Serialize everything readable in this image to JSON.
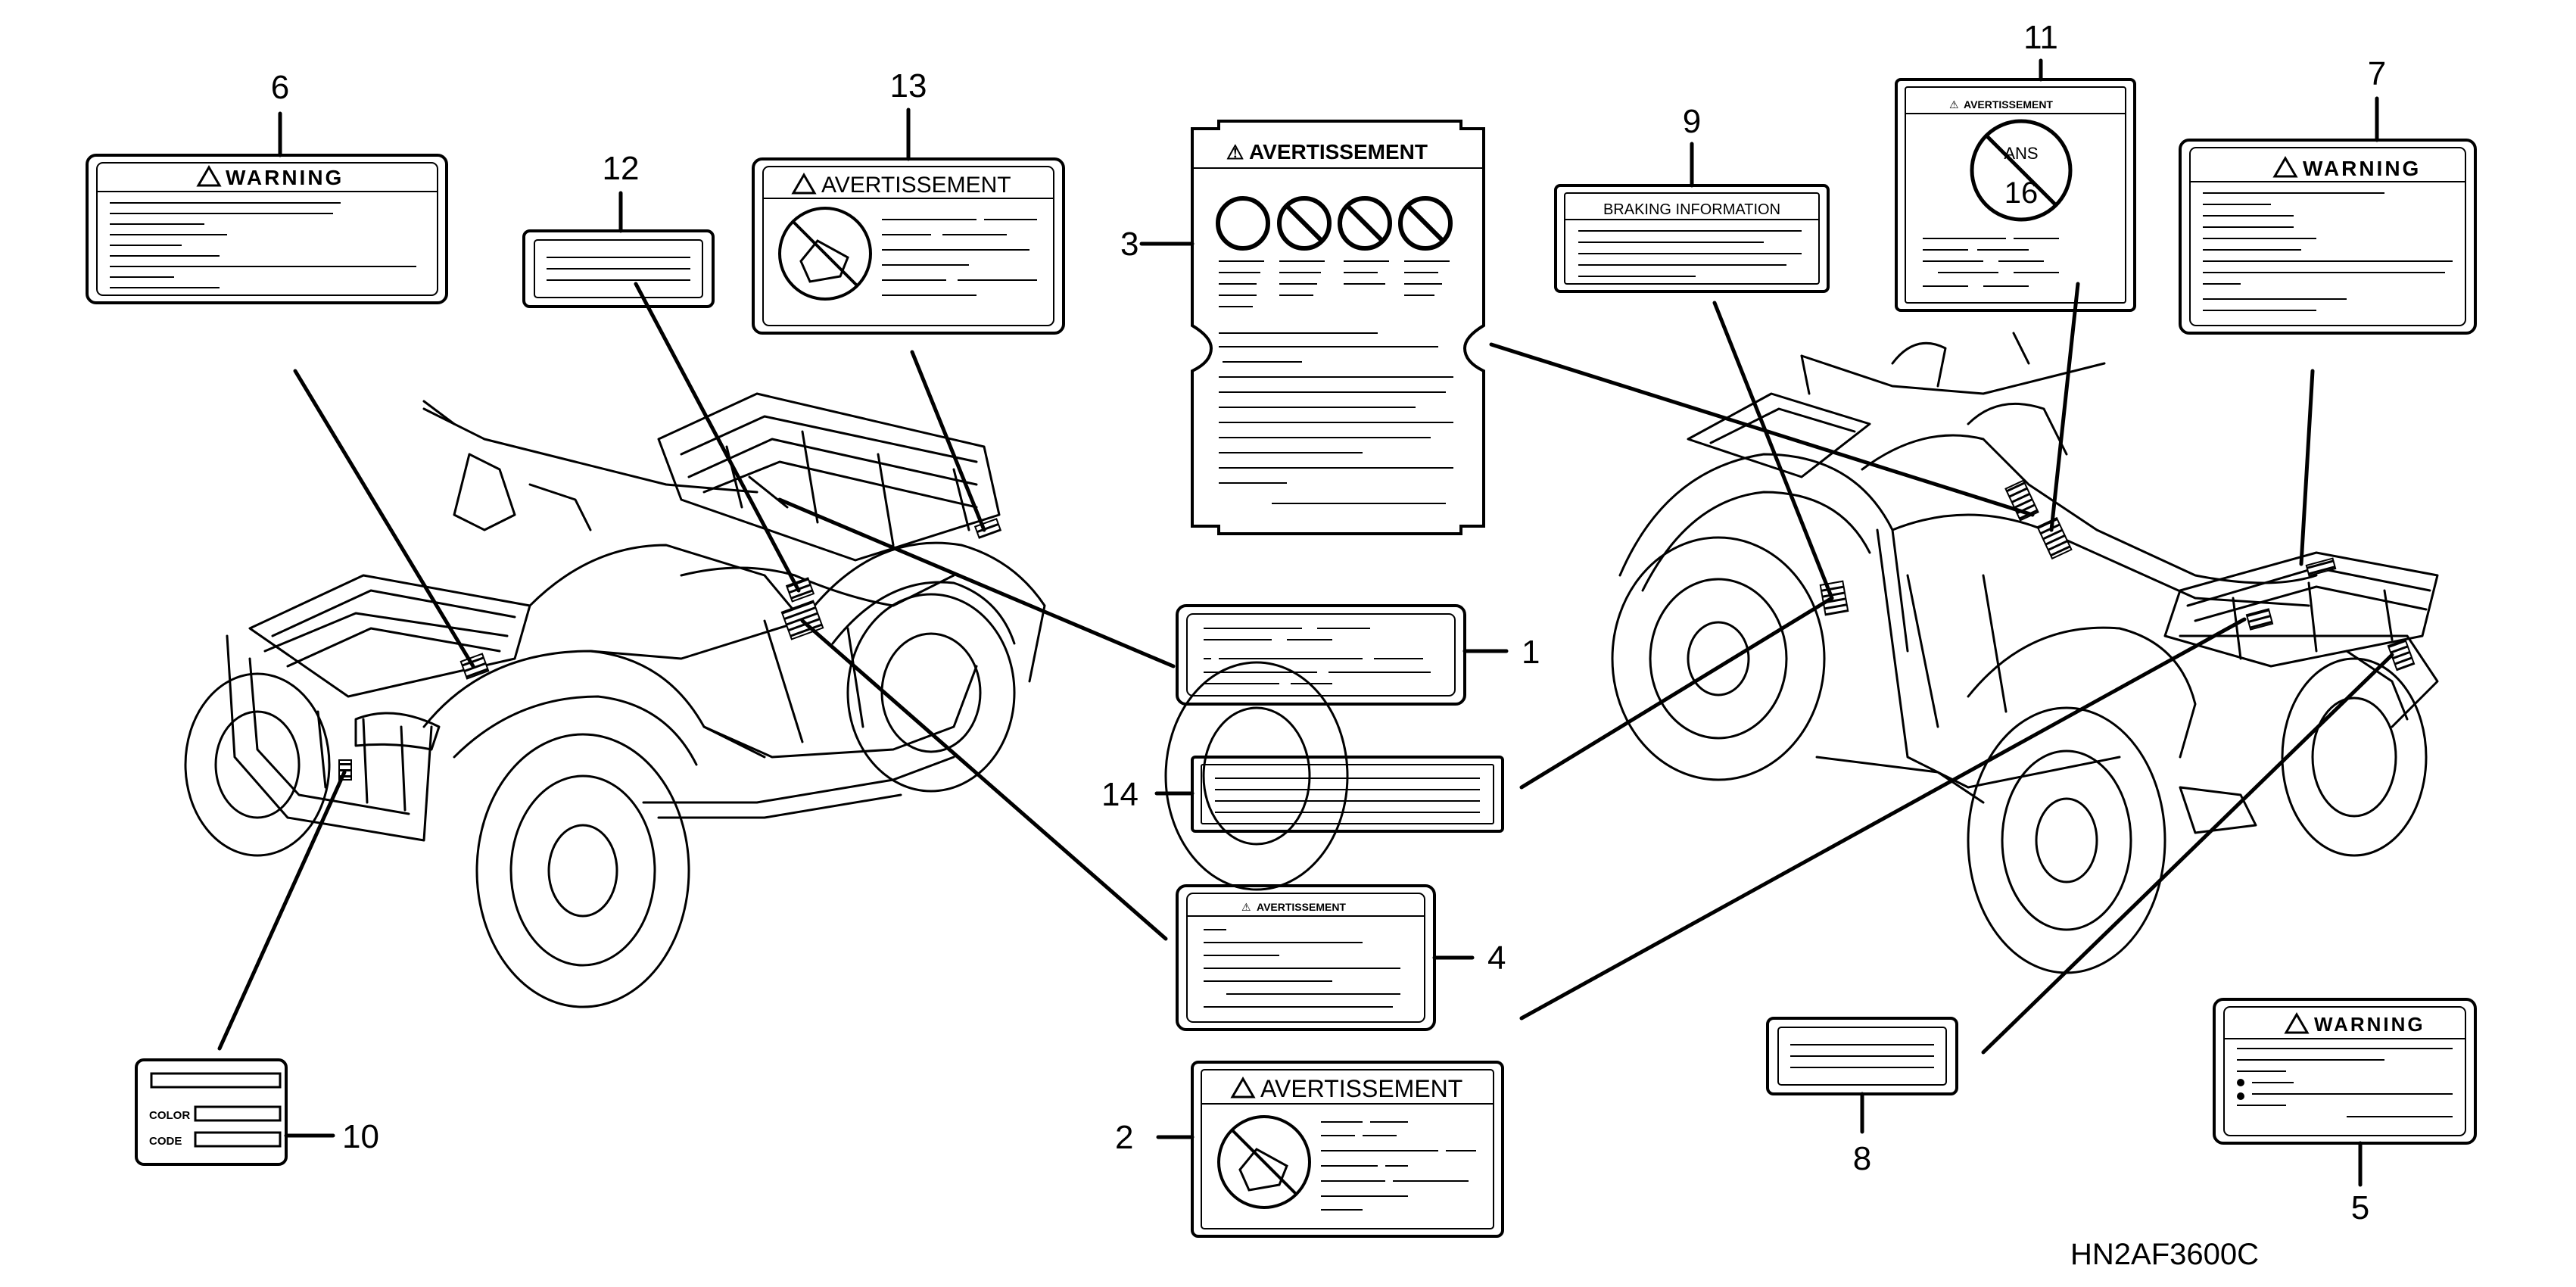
{
  "callouts": {
    "n1": "1",
    "n2": "2",
    "n3": "3",
    "n4": "4",
    "n5": "5",
    "n6": "6",
    "n7": "7",
    "n8": "8",
    "n9": "9",
    "n10": "10",
    "n11": "11",
    "n12": "12",
    "n13": "13",
    "n14": "14"
  },
  "labels": {
    "warning": "WARNING",
    "avertissement": "AVERTISSEMENT",
    "braking_information": "BRAKING INFORMATION",
    "color": "COLOR",
    "code": "CODE",
    "age_number": "16",
    "age_text": "ANS"
  },
  "diagram_code": "HN2AF3600C"
}
